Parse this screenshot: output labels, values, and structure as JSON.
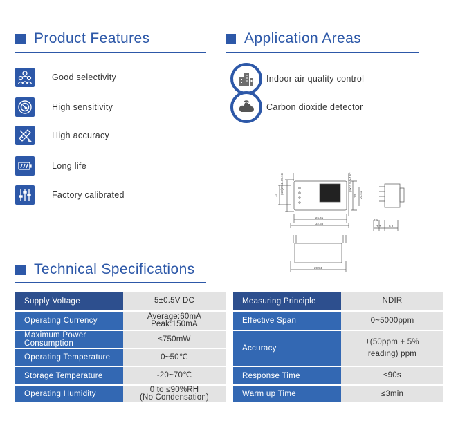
{
  "features": {
    "title": "Product Features",
    "items": [
      {
        "label": "Good selectivity",
        "icon": "people-group-icon"
      },
      {
        "label": "High sensitivity",
        "icon": "gauge-dial-icon"
      },
      {
        "label": "High accuracy",
        "icon": "ruler-pencil-icon"
      },
      {
        "label": "Long life",
        "icon": "battery-icon"
      },
      {
        "label": "Factory calibrated",
        "icon": "sliders-icon"
      }
    ]
  },
  "applications": {
    "title": "Application Areas",
    "items": [
      {
        "label": "Indoor air quality control",
        "icon": "buildings-icon"
      },
      {
        "label": "Carbon dioxide detector",
        "icon": "cloud-wifi-icon"
      }
    ]
  },
  "drawing": {
    "top_dim_1": "(4X)2.54±10.16",
    "top_dim_2": "(4X)2.54±7.62",
    "left_dim": "14",
    "right_dim_1": "13",
    "right_dim_2": "20.41",
    "bottom_dim_1": "26.41",
    "bottom_dim_2": "32.38",
    "side_dim_1": "2.1",
    "side_dim_2": "7.7",
    "side_dim_3": "9.8",
    "lower_dim": "29.54"
  },
  "specs": {
    "title": "Technical Specifications",
    "left": [
      {
        "key": "Supply Voltage",
        "value": "5±0.5V DC"
      },
      {
        "key": "Operating Currency",
        "value": "Average:60mA\nPeak:150mA"
      },
      {
        "key": "Maximum Power\nConsumption",
        "value": "≤750mW"
      },
      {
        "key": "Operating Temperature",
        "value": "0~50℃"
      },
      {
        "key": "Storage Temperature",
        "value": "-20~70℃"
      },
      {
        "key": "Operating Humidity",
        "value": "0 to ≤90%RH\n(No Condensation)"
      }
    ],
    "right": [
      {
        "key": "Measuring Principle",
        "value": "NDIR"
      },
      {
        "key": "Effective Span",
        "value": "0~5000ppm"
      },
      {
        "key": "Accuracy",
        "value": "±(50ppm + 5%\nreading) ppm"
      },
      {
        "key": "Response Time",
        "value": "≤90s"
      },
      {
        "key": "Warm up Time",
        "value": "≤3min"
      }
    ]
  },
  "colors": {
    "accent": "#2d58a8",
    "key_cell": "#3368b3",
    "value_cell": "#e3e3e3"
  }
}
